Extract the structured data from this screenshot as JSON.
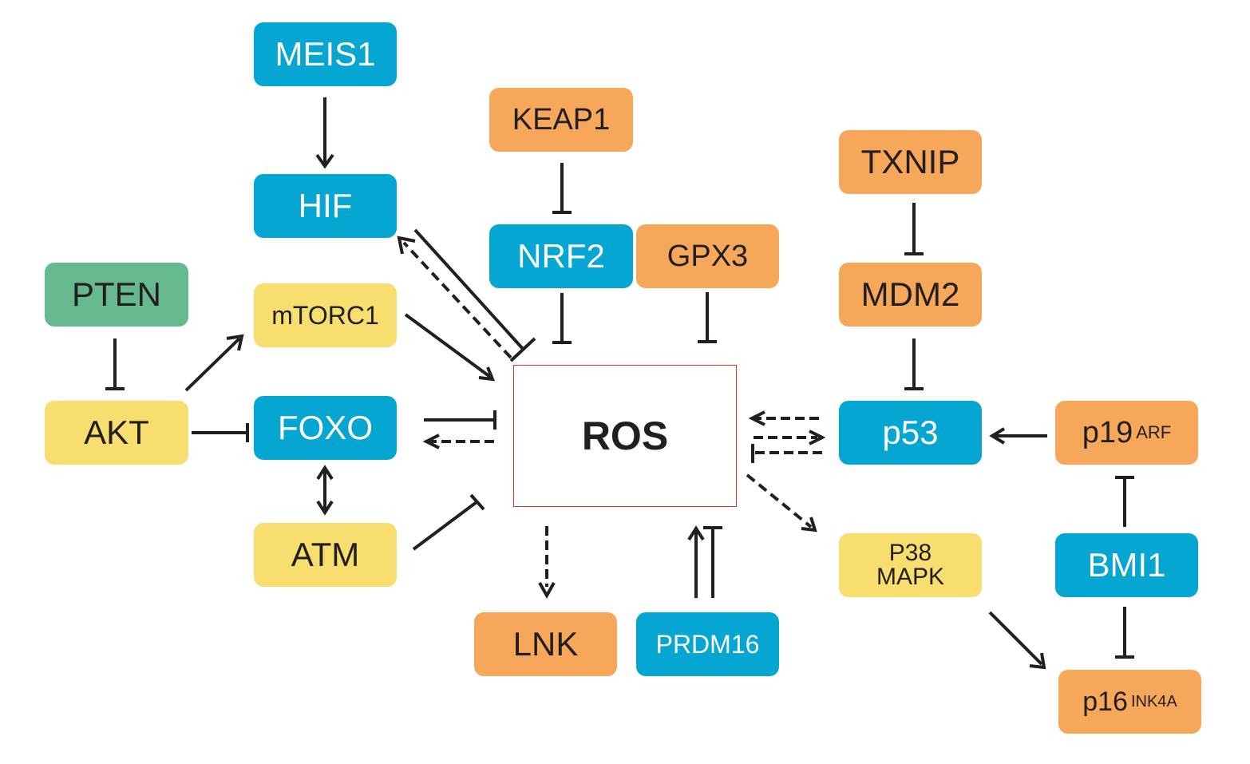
{
  "diagram": {
    "center": {
      "id": "ros",
      "label": "ROS",
      "border_color": "#e0332a"
    },
    "colors": {
      "blue": "#05a6d2",
      "orange": "#f7a75a",
      "yellow": "#f8dd6f",
      "green": "#66b88e",
      "edge": "#231f20"
    },
    "nodes": [
      {
        "id": "meis1",
        "label": "MEIS1",
        "color": "blue"
      },
      {
        "id": "hif",
        "label": "HIF",
        "color": "blue"
      },
      {
        "id": "keap1",
        "label": "KEAP1",
        "color": "orange"
      },
      {
        "id": "nrf2",
        "label": "NRF2",
        "color": "blue"
      },
      {
        "id": "gpx3",
        "label": "GPX3",
        "color": "orange"
      },
      {
        "id": "txnip",
        "label": "TXNIP",
        "color": "orange"
      },
      {
        "id": "mdm2",
        "label": "MDM2",
        "color": "orange"
      },
      {
        "id": "pten",
        "label": "PTEN",
        "color": "green"
      },
      {
        "id": "mtorc1",
        "label": "mTORC1",
        "color": "yellow"
      },
      {
        "id": "akt",
        "label": "AKT",
        "color": "yellow"
      },
      {
        "id": "foxo",
        "label": "FOXO",
        "color": "blue"
      },
      {
        "id": "atm",
        "label": "ATM",
        "color": "yellow"
      },
      {
        "id": "p53",
        "label": "p53",
        "color": "blue"
      },
      {
        "id": "p19",
        "label": "p19",
        "sup": "ARF",
        "color": "orange"
      },
      {
        "id": "bmi1",
        "label": "BMI1",
        "color": "blue"
      },
      {
        "id": "p38",
        "label": "P38",
        "label2": "MAPK",
        "color": "yellow"
      },
      {
        "id": "p16",
        "label": "p16",
        "sup": "INK4A",
        "color": "orange"
      },
      {
        "id": "lnk",
        "label": "LNK",
        "color": "orange"
      },
      {
        "id": "prdm16",
        "label": "PRDM16",
        "color": "blue"
      }
    ],
    "edges": [
      {
        "from": "MEIS1",
        "to": "HIF",
        "type": "activation",
        "style": "solid"
      },
      {
        "from": "ROS",
        "to": "HIF",
        "type": "activation",
        "style": "dashed"
      },
      {
        "from": "HIF",
        "to": "ROS",
        "type": "inhibition",
        "style": "solid"
      },
      {
        "from": "KEAP1",
        "to": "NRF2",
        "type": "inhibition",
        "style": "solid"
      },
      {
        "from": "NRF2",
        "to": "ROS",
        "type": "inhibition",
        "style": "solid"
      },
      {
        "from": "GPX3",
        "to": "ROS",
        "type": "inhibition",
        "style": "solid"
      },
      {
        "from": "TXNIP",
        "to": "MDM2",
        "type": "inhibition",
        "style": "solid"
      },
      {
        "from": "MDM2",
        "to": "p53",
        "type": "inhibition",
        "style": "solid"
      },
      {
        "from": "PTEN",
        "to": "AKT",
        "type": "inhibition",
        "style": "solid"
      },
      {
        "from": "AKT",
        "to": "mTORC1",
        "type": "activation",
        "style": "solid"
      },
      {
        "from": "AKT",
        "to": "FOXO",
        "type": "inhibition",
        "style": "solid"
      },
      {
        "from": "mTORC1",
        "to": "ROS",
        "type": "activation",
        "style": "solid"
      },
      {
        "from": "FOXO",
        "to": "ROS",
        "type": "inhibition",
        "style": "solid"
      },
      {
        "from": "ROS",
        "to": "FOXO",
        "type": "activation",
        "style": "dashed"
      },
      {
        "from": "FOXO",
        "to": "ATM",
        "type": "bidirectional",
        "style": "solid"
      },
      {
        "from": "ATM",
        "to": "ROS",
        "type": "inhibition",
        "style": "solid"
      },
      {
        "from": "p53",
        "to": "ROS",
        "type": "activation",
        "style": "dashed"
      },
      {
        "from": "ROS",
        "to": "p53",
        "type": "activation",
        "style": "dashed"
      },
      {
        "from": "p53",
        "to": "ROS",
        "type": "inhibition",
        "style": "dashed"
      },
      {
        "from": "ROS",
        "to": "P38 MAPK",
        "type": "activation",
        "style": "dashed"
      },
      {
        "from": "p19ARF",
        "to": "p53",
        "type": "activation",
        "style": "solid"
      },
      {
        "from": "BMI1",
        "to": "p19ARF",
        "type": "inhibition",
        "style": "solid"
      },
      {
        "from": "BMI1",
        "to": "p16INK4A",
        "type": "inhibition",
        "style": "solid"
      },
      {
        "from": "P38 MAPK",
        "to": "p16INK4A",
        "type": "activation",
        "style": "solid"
      },
      {
        "from": "ROS",
        "to": "LNK",
        "type": "activation",
        "style": "dashed"
      },
      {
        "from": "PRDM16",
        "to": "ROS",
        "type": "activation",
        "style": "solid"
      },
      {
        "from": "PRDM16",
        "to": "ROS",
        "type": "inhibition",
        "style": "solid"
      }
    ]
  }
}
